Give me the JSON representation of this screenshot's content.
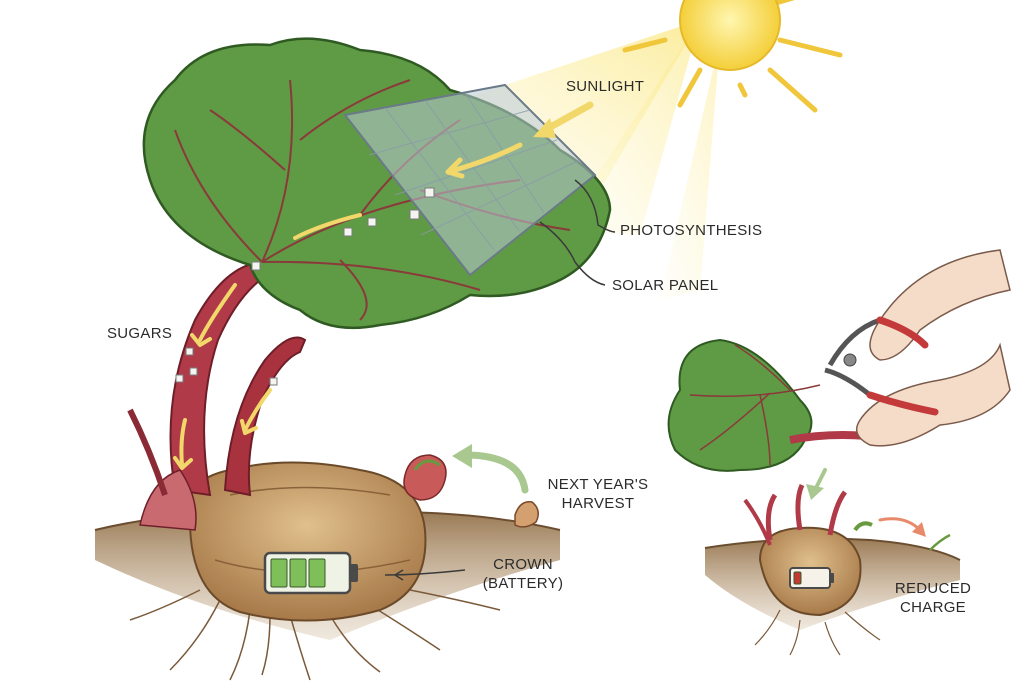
{
  "labels": {
    "sunlight": "SUNLIGHT",
    "photosynthesis": "PHOTOSYNTHESIS",
    "solar_panel": "SOLAR PANEL",
    "sugars": "SUGARS",
    "next_year_line1": "NEXT YEAR'S",
    "next_year_line2": "HARVEST",
    "crown_line1": "CROWN",
    "crown_line2": "(BATTERY)",
    "reduced_line1": "REDUCED",
    "reduced_line2": "CHARGE"
  },
  "battery": {
    "main_charge_bars": 3,
    "main_total_bars": 4,
    "reduced_charge_bars": 1,
    "reduced_total_bars": 4
  },
  "colors": {
    "sun": "#f7d64a",
    "leaf": "#5f9a45",
    "leaf_dark": "#3f7530",
    "stalk": "#b03a48",
    "soil": "#8a6a48",
    "crown": "#c8a070",
    "battery_green": "#7fbf5a",
    "battery_red": "#c23a32",
    "arrow": "#f2d86a"
  }
}
